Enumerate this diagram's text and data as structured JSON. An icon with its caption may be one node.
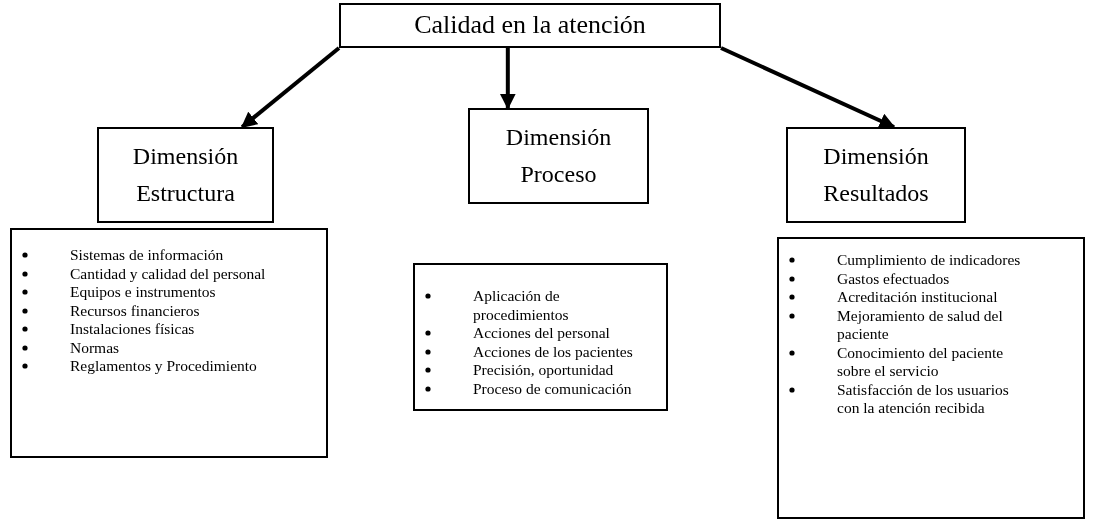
{
  "diagram": {
    "nodes": [
      {
        "text": [
          "Calidad en la atención"
        ]
      },
      {
        "text": [
          "Dimensión Estructura"
        ]
      },
      {
        "text": [
          "Dimensión Proceso"
        ]
      },
      {
        "text": [
          "Dimensión Resultados"
        ]
      },
      {
        "text": [
          "Sistemas de información",
          "Cantidad y calidad del personal",
          "Equipos e instrumentos",
          "Recursos financieros",
          "Instalaciones físicas",
          "Normas",
          "Reglamentos y Procedimiento"
        ]
      },
      {
        "text": [
          "Aplicación de procedimientos",
          "Acciones del personal",
          "Acciones de los pacientes",
          "Precisión, oportunidad",
          "Proceso de comunicación"
        ]
      },
      {
        "text": [
          "Cumplimiento de indicadores",
          "Gastos efectuados",
          "Acreditación institucional",
          "Mejoramiento de salud del paciente",
          "Conocimiento del paciente sobre el servicio",
          "Satisfacción de los usuarios con la atención recibida"
        ]
      }
    ],
    "edges": [
      {
        "from": 0,
        "to": 1,
        "arrow": "to"
      },
      {
        "from": 0,
        "to": 2,
        "arrow": "to"
      },
      {
        "from": 0,
        "to": 3,
        "arrow": "to"
      }
    ]
  }
}
